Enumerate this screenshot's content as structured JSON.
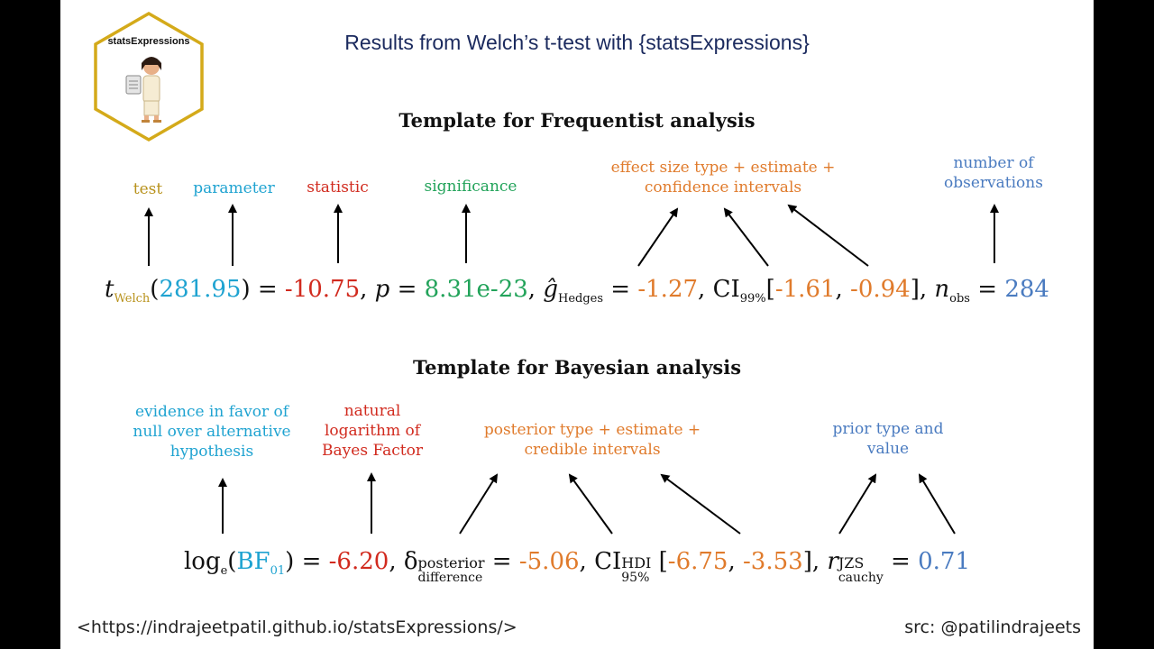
{
  "title": "Results from Welch’s t-test with {statsExpressions}",
  "logo": {
    "text": "statsExpressions"
  },
  "frequentist": {
    "heading": "Template for Frequentist analysis",
    "labels": {
      "test": "test",
      "parameter": "parameter",
      "statistic": "statistic",
      "significance": "significance",
      "effect_line1": "effect size type + estimate +",
      "effect_line2": "confidence intervals",
      "obs_line1": "number of",
      "obs_line2": "observations"
    },
    "formula": {
      "t": "t",
      "t_sub": "Welch",
      "df": "281.95",
      "statistic": "-10.75",
      "p_symbol": "p",
      "p_value": "8.31e-23",
      "g_symbol": "ĝ",
      "g_sub": "Hedges",
      "effect": "-1.27",
      "ci": "CI",
      "ci_sub": "99%",
      "ci_low": "-1.61",
      "ci_high": "-0.94",
      "n": "n",
      "n_sub": "obs",
      "n_value": "284"
    }
  },
  "bayesian": {
    "heading": "Template for Bayesian analysis",
    "labels": {
      "evidence_line1": "evidence in favor of",
      "evidence_line2": "null over alternative",
      "evidence_line3": "hypothesis",
      "log_line1": "natural",
      "log_line2": "logarithm of",
      "log_line3": "Bayes Factor",
      "posterior_line1": "posterior type + estimate +",
      "posterior_line2": "credible intervals",
      "prior_line1": "prior type and",
      "prior_line2": "value"
    },
    "formula": {
      "log": "log",
      "log_sub": "e",
      "bf": "BF",
      "bf_sub": "01",
      "log_bf": "-6.20",
      "delta": "δ",
      "delta_sup": "posterior",
      "delta_sub": "difference",
      "estimate": "-5.06",
      "ci": "CI",
      "ci_sup": "HDI",
      "ci_sub": "95%",
      "ci_low": "-6.75",
      "ci_high": "-3.53",
      "r": "r",
      "r_sup": "JZS",
      "r_sub": "cauchy",
      "prior_value": "0.71"
    }
  },
  "footer": {
    "url": "<https://indrajeetpatil.github.io/statsExpressions/>",
    "src": "src: @patilindrajeets"
  },
  "colors": {
    "test": "#b8921c",
    "parameter": "#1fa3d1",
    "statistic": "#d12a1e",
    "significance": "#22a35a",
    "effect": "#e07b2c",
    "observations": "#4a7bc0",
    "title": "#1b2a5e"
  }
}
